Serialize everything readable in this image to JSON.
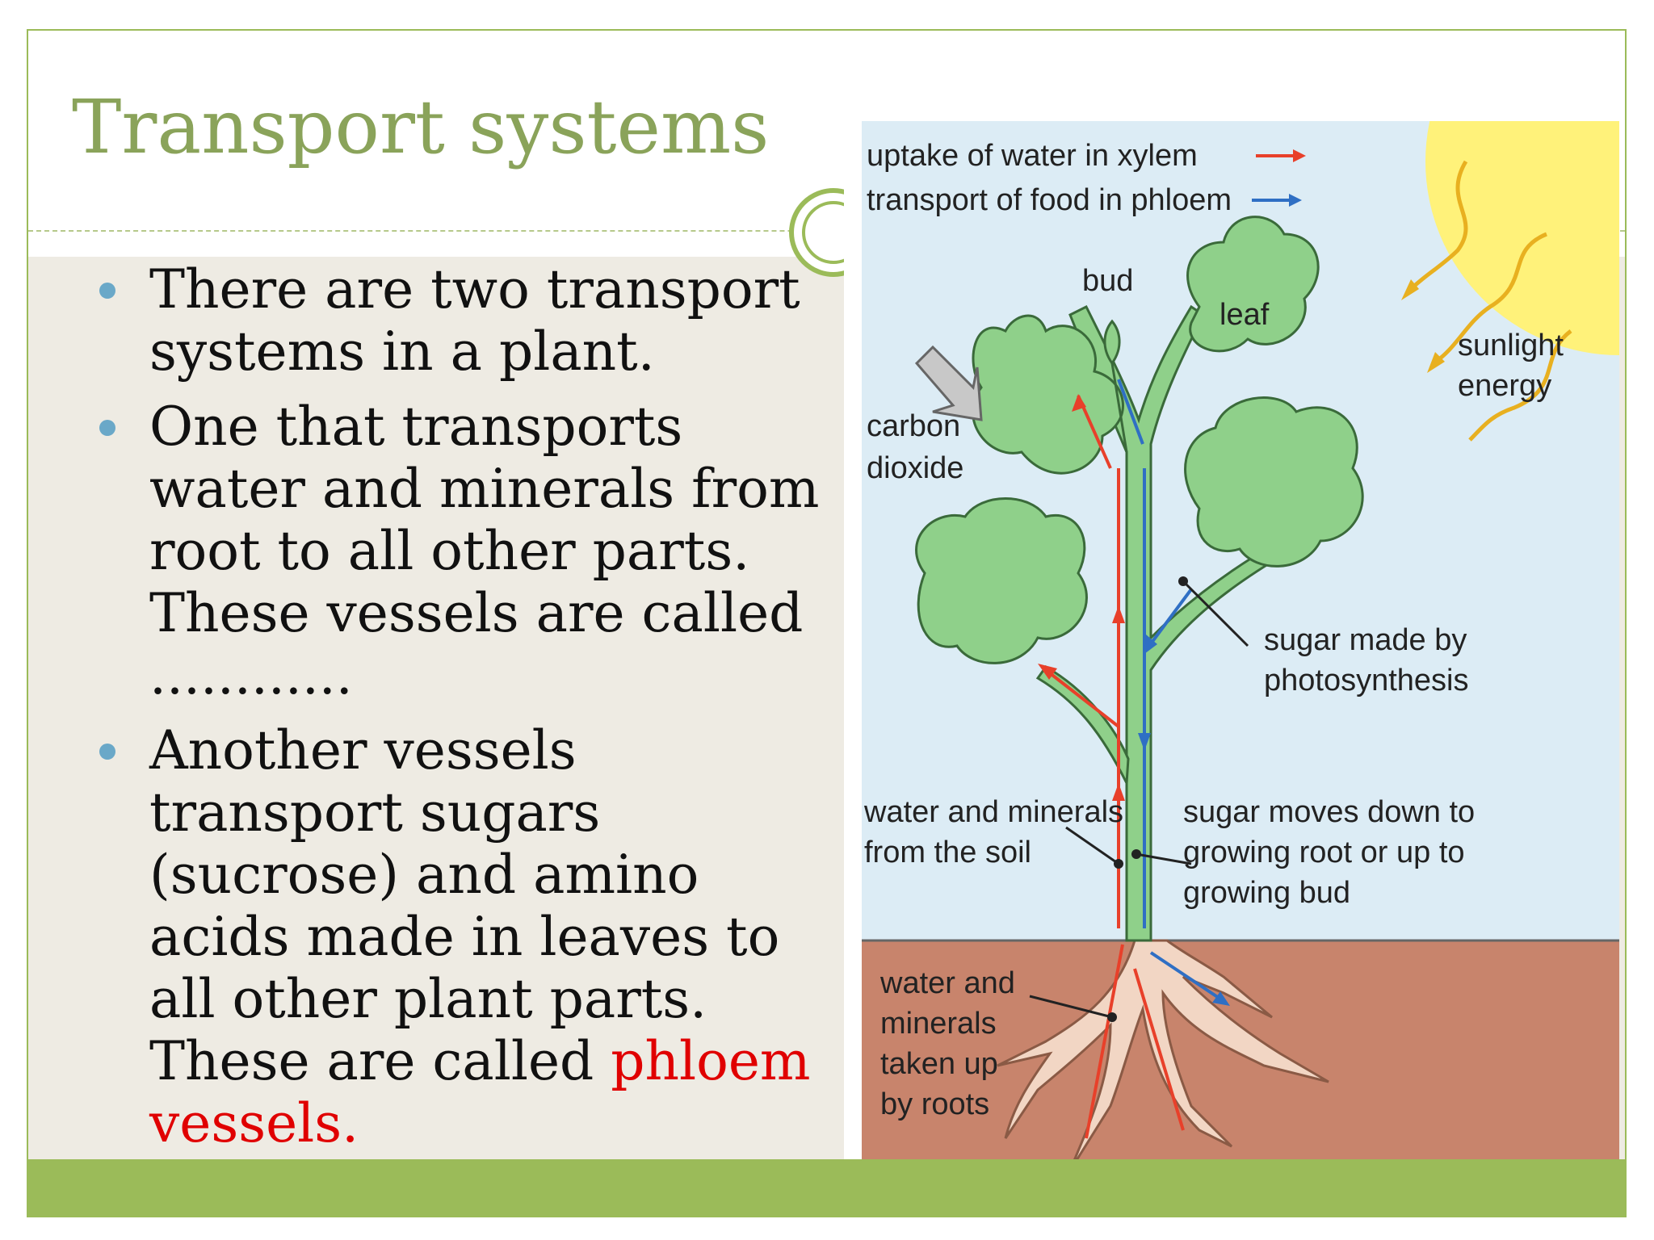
{
  "slide": {
    "title": "Transport systems",
    "bullets": [
      {
        "text": "There are two transport systems in a plant."
      },
      {
        "text": "One that transports water and minerals from root to all other parts. These vessels are called ............"
      },
      {
        "text_start": "Another vessels transport sugars (sucrose) and amino acids made in leaves to all other plant parts. These are called ",
        "highlight": "phloem vessels.",
        "highlight_color": "#e00000"
      }
    ]
  },
  "diagram": {
    "legend": {
      "xylem_label": "uptake of water in xylem",
      "xylem_color": "#e8402a",
      "phloem_label": "transport of food in phloem",
      "phloem_color": "#2f6fc4"
    },
    "labels": {
      "bud": "bud",
      "leaf": "leaf",
      "sunlight_line1": "sunlight",
      "sunlight_line2": "energy",
      "co2_line1": "carbon",
      "co2_line2": "dioxide",
      "sugar_line1": "sugar made by",
      "sugar_line2": "photosynthesis",
      "water_soil_line1": "water and minerals",
      "water_soil_line2": "from the soil",
      "sugar_moves_line1": "sugar moves down to",
      "sugar_moves_line2": "growing root or up to",
      "sugar_moves_line3": "growing bud",
      "roots_line1": "water and",
      "roots_line2": "minerals",
      "roots_line3": "taken up",
      "roots_line4": "by roots"
    },
    "colors": {
      "sky": "#dcecf5",
      "soil": "#c8846c",
      "leaf": "#8fd08a",
      "sun": "#fff27a",
      "root": "#f2d6c4"
    }
  }
}
